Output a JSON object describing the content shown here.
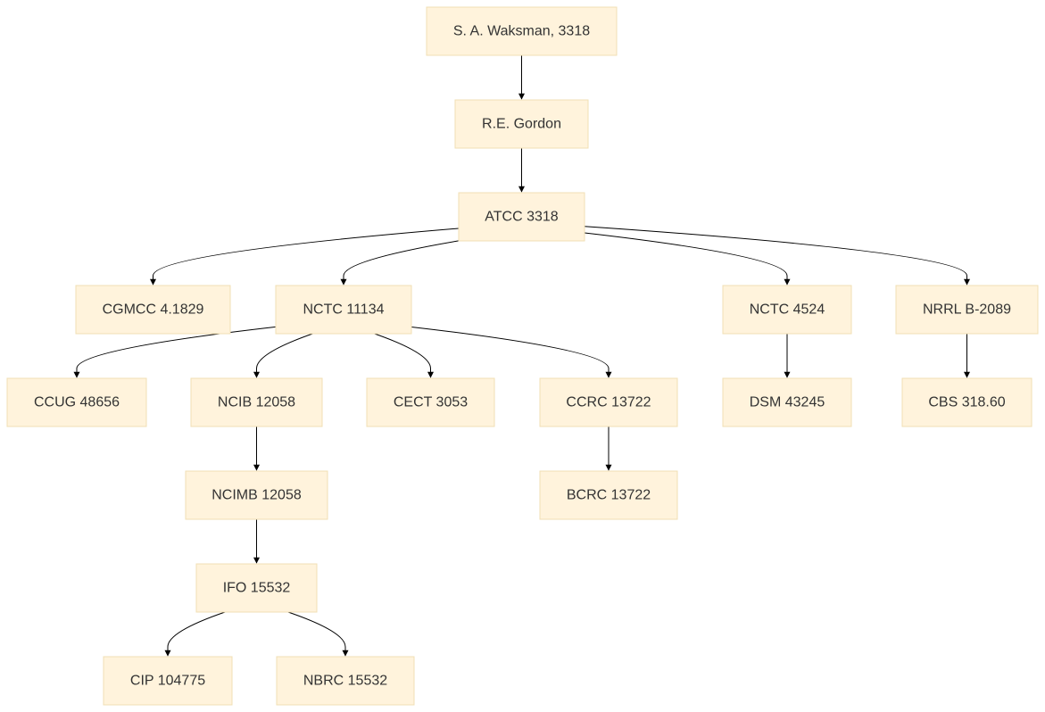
{
  "nodes": [
    {
      "id": "waksman",
      "label": "S. A. Waksman, 3318"
    },
    {
      "id": "gordon",
      "label": "R.E. Gordon"
    },
    {
      "id": "atcc",
      "label": "ATCC 3318"
    },
    {
      "id": "cgmcc",
      "label": "CGMCC 4.1829"
    },
    {
      "id": "nctc11134",
      "label": "NCTC 11134"
    },
    {
      "id": "nctc4524",
      "label": "NCTC 4524"
    },
    {
      "id": "nrrl",
      "label": "NRRL B-2089"
    },
    {
      "id": "ccug",
      "label": "CCUG 48656"
    },
    {
      "id": "ncib",
      "label": "NCIB 12058"
    },
    {
      "id": "cect",
      "label": "CECT 3053"
    },
    {
      "id": "ccrc",
      "label": "CCRC 13722"
    },
    {
      "id": "dsm",
      "label": "DSM 43245"
    },
    {
      "id": "cbs",
      "label": "CBS 318.60"
    },
    {
      "id": "ncimb",
      "label": "NCIMB 12058"
    },
    {
      "id": "bcrc",
      "label": "BCRC 13722"
    },
    {
      "id": "ifo",
      "label": "IFO 15532"
    },
    {
      "id": "cip",
      "label": "CIP 104775"
    },
    {
      "id": "nbrc",
      "label": "NBRC 15532"
    }
  ],
  "edges": [
    {
      "from": "waksman",
      "to": "gordon"
    },
    {
      "from": "gordon",
      "to": "atcc"
    },
    {
      "from": "atcc",
      "to": "cgmcc"
    },
    {
      "from": "atcc",
      "to": "nctc11134"
    },
    {
      "from": "atcc",
      "to": "nctc4524"
    },
    {
      "from": "atcc",
      "to": "nrrl"
    },
    {
      "from": "nctc11134",
      "to": "ccug"
    },
    {
      "from": "nctc11134",
      "to": "ncib"
    },
    {
      "from": "nctc11134",
      "to": "cect"
    },
    {
      "from": "nctc11134",
      "to": "ccrc"
    },
    {
      "from": "nctc4524",
      "to": "dsm"
    },
    {
      "from": "nrrl",
      "to": "cbs"
    },
    {
      "from": "ncib",
      "to": "ncimb"
    },
    {
      "from": "ccrc",
      "to": "bcrc"
    },
    {
      "from": "ncimb",
      "to": "ifo"
    },
    {
      "from": "ifo",
      "to": "cip"
    },
    {
      "from": "ifo",
      "to": "nbrc"
    }
  ],
  "colors": {
    "node_fill": "#fff3dc",
    "node_border": "#f0dfb4",
    "edge": "#000000",
    "text": "#333333"
  }
}
